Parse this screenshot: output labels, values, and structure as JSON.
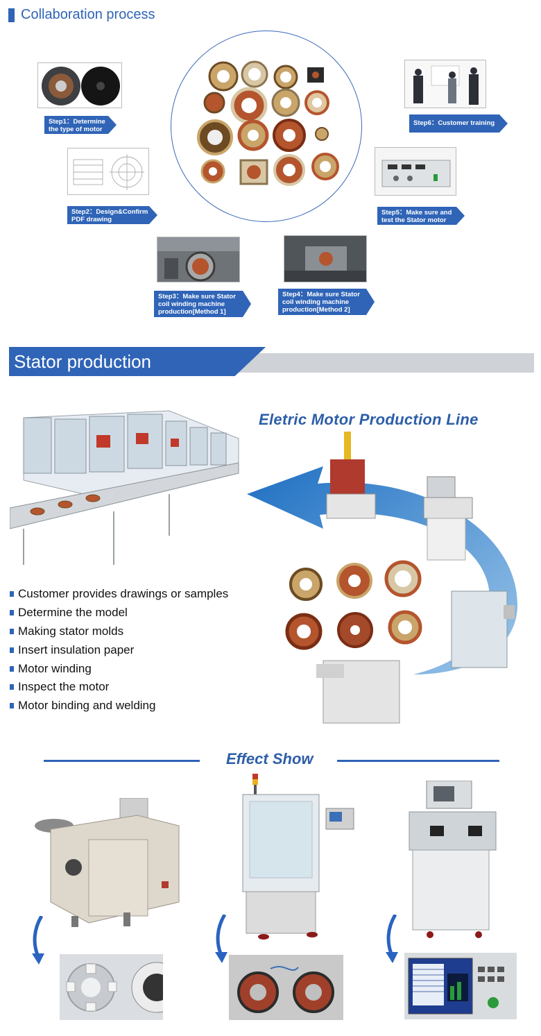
{
  "collaboration": {
    "title": "Collaboration process",
    "steps": [
      {
        "label": "Step1：Determine the type of motor"
      },
      {
        "label": "Step2：Design&Confirm PDF drawing"
      },
      {
        "label": "Step3：Make sure Stator coil winding machine production[Method 1]"
      },
      {
        "label": "Step4：Make sure Stator coil winding machine production[Method 2]"
      },
      {
        "label": "Step5：Make sure and test the Stator motor"
      },
      {
        "label": "Step6：Customer training"
      }
    ]
  },
  "stator_production": {
    "title": "Stator production",
    "line_title": "Eletric Motor Production Line",
    "bullets": [
      "Customer provides drawings or samples",
      "Determine the model",
      "Making stator molds",
      "Insert insulation paper",
      "Motor winding",
      "Inspect the motor",
      "Motor binding and welding"
    ]
  },
  "effect_show": {
    "title": "Effect Show"
  },
  "colors": {
    "accent_blue": "#2f64b7",
    "banner_grey": "#cfd2d6",
    "copper": "#b4552e"
  }
}
